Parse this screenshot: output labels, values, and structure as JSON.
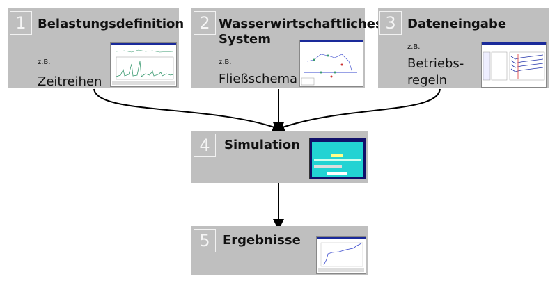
{
  "steps": [
    {
      "number": "1",
      "title": "Belastungsdefinition",
      "example_prefix": "z.B.",
      "example": "Zeitreihen",
      "thumbnail": "time-series-chart-screenshot"
    },
    {
      "number": "2",
      "title": "Wasserwirtschaftliches System",
      "title_line1": "Wasserwirtschaftliches",
      "title_line2": "System",
      "example_prefix": "z.B.",
      "example": "Fließschema",
      "thumbnail": "flow-scheme-screenshot"
    },
    {
      "number": "3",
      "title": "Dateneingabe",
      "example_prefix": "z.B.",
      "example": "Betriebs-regeln",
      "example_line1": "Betriebs-",
      "example_line2": "regeln",
      "thumbnail": "operating-rules-screenshot"
    },
    {
      "number": "4",
      "title": "Simulation",
      "thumbnail": "simulation-dialog-screenshot"
    },
    {
      "number": "5",
      "title": "Ergebnisse",
      "thumbnail": "results-chart-screenshot"
    }
  ],
  "colors": {
    "box": "#bfbfbf",
    "number_border": "#f2f2f2",
    "arrow": "#000000"
  }
}
